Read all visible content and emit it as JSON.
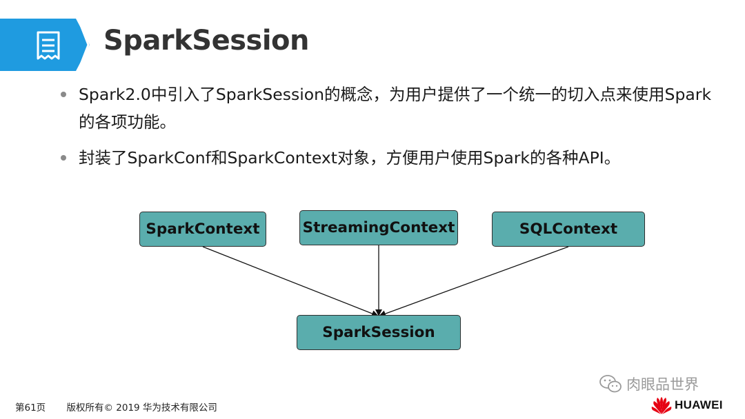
{
  "slide": {
    "title": "SparkSession",
    "bullets": [
      "Spark2.0中引入了SparkSession的概念，为用户提供了一个统一的切入点来使用Spark的各项功能。",
      "封装了SparkConf和SparkContext对象，方便用户使用Spark的各种API。"
    ]
  },
  "diagram": {
    "nodes": {
      "spark_context": "SparkContext",
      "streaming_context": "StreamingContext",
      "sql_context": "SQLContext",
      "spark_session": "SparkSession"
    }
  },
  "footer": {
    "page": "第61页",
    "copyright": "版权所有© 2019 华为技术有限公司"
  },
  "watermark": {
    "text": "肉眼品世界",
    "icon": "wechat-icon"
  },
  "brand": {
    "name": "HUAWEI",
    "icon": "huawei-logo-icon",
    "color": "#e60012"
  },
  "colors": {
    "accent_blue": "#1f9be0",
    "node_fill": "#5aadad"
  }
}
